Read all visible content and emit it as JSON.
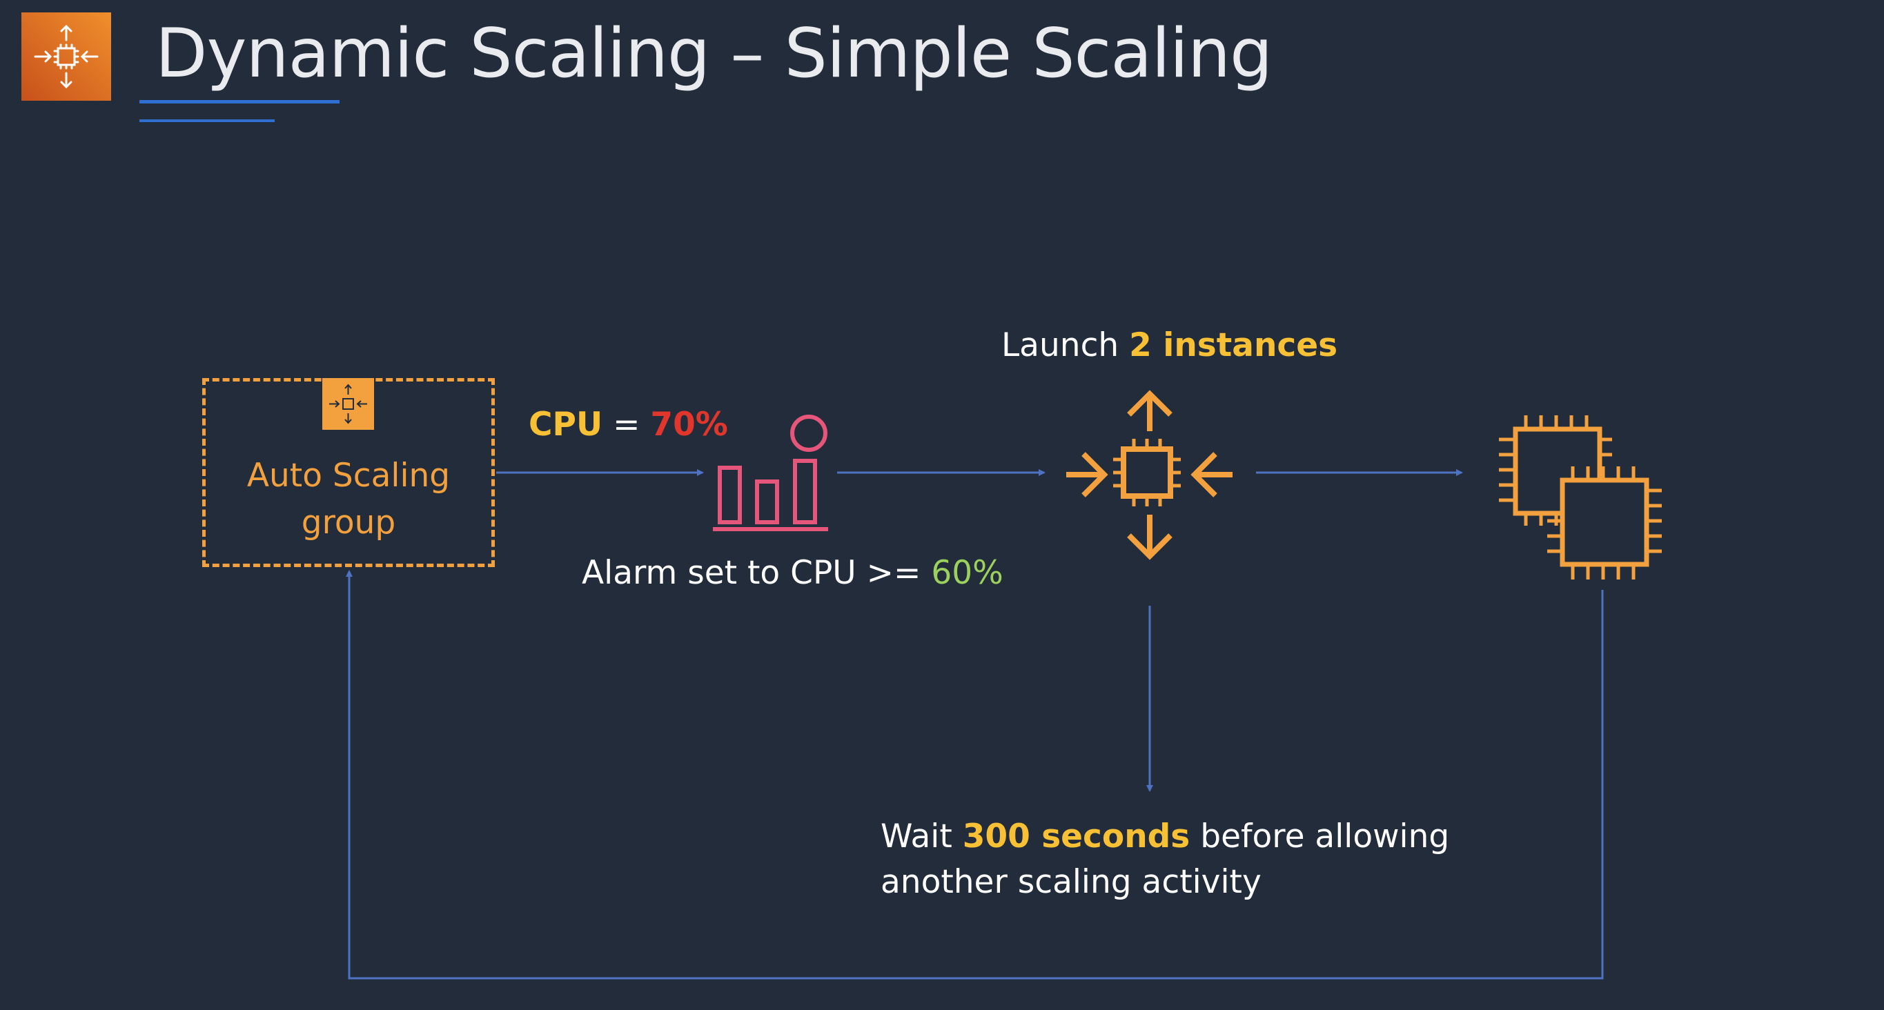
{
  "title": "Dynamic Scaling – Simple Scaling",
  "asg": {
    "label": "Auto Scaling group"
  },
  "cpu": {
    "label": "CPU",
    "equals": "=",
    "value": "70%"
  },
  "alarm": {
    "text": "Alarm set to CPU >=",
    "threshold": "60%"
  },
  "launch": {
    "text": "Launch",
    "count": "2 instances"
  },
  "wait": {
    "prefix": "Wait",
    "duration": "300 seconds",
    "suffix": "before allowing",
    "line2": "another scaling activity"
  },
  "colors": {
    "background": "#232c3b",
    "accent_orange": "#f2a13e",
    "highlight_yellow": "#f7c035",
    "alarm_red": "#e0362c",
    "threshold_green": "#9bd15c",
    "alarm_pink": "#e6557a",
    "connector_blue": "#4f72c2"
  },
  "icons": [
    "auto-scaling-logo-icon",
    "auto-scaling-group-icon",
    "cloudwatch-alarm-icon",
    "scale-out-icon",
    "ec2-instances-icon"
  ]
}
